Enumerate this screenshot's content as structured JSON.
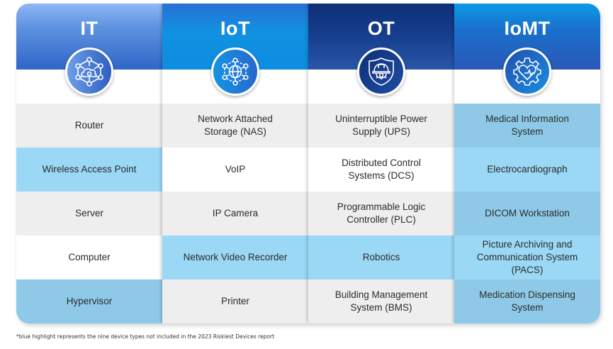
{
  "columns": [
    {
      "title": "IT",
      "icon": "network-cloud-icon",
      "cells": [
        {
          "text": "Router",
          "highlight": false
        },
        {
          "text": "Wireless Access Point",
          "highlight": true
        },
        {
          "text": "Server",
          "highlight": false
        },
        {
          "text": "Computer",
          "highlight": false
        },
        {
          "text": "Hypervisor",
          "highlight": true
        }
      ]
    },
    {
      "title": "IoT",
      "icon": "globe-network-icon",
      "cells": [
        {
          "text": "Network Attached\nStorage (NAS)",
          "highlight": false
        },
        {
          "text": "VoIP",
          "highlight": false
        },
        {
          "text": "IP Camera",
          "highlight": false
        },
        {
          "text": "Network Video Recorder",
          "highlight": true
        },
        {
          "text": "Printer",
          "highlight": false
        }
      ]
    },
    {
      "title": "OT",
      "icon": "shield-hardhat-gear-icon",
      "cells": [
        {
          "text": "Uninterruptible Power\nSupply (UPS)",
          "highlight": false
        },
        {
          "text": "Distributed Control\nSystems (DCS)",
          "highlight": false
        },
        {
          "text": "Programmable Logic\nController (PLC)",
          "highlight": false
        },
        {
          "text": "Robotics",
          "highlight": true
        },
        {
          "text": "Building Management\nSystem (BMS)",
          "highlight": false
        }
      ]
    },
    {
      "title": "IoMT",
      "icon": "gear-heart-icon",
      "cells": [
        {
          "text": "Medical Information\nSystem",
          "highlight": true
        },
        {
          "text": "Electrocardiograph",
          "highlight": true
        },
        {
          "text": "DICOM Workstation",
          "highlight": true
        },
        {
          "text": "Picture Archiving and\nCommunication System\n(PACS)",
          "highlight": true
        },
        {
          "text": "Medication Dispensing\nSystem",
          "highlight": true
        }
      ]
    }
  ],
  "colors": {
    "row_gray": "#eeeeee",
    "row_white": "#ffffff",
    "highlight_light": "#9ad8f5",
    "highlight_dark": "#8ecae8"
  },
  "footnote": "*blue highlight represents the nine device types not included in the 2023 Riskiest Devices report"
}
